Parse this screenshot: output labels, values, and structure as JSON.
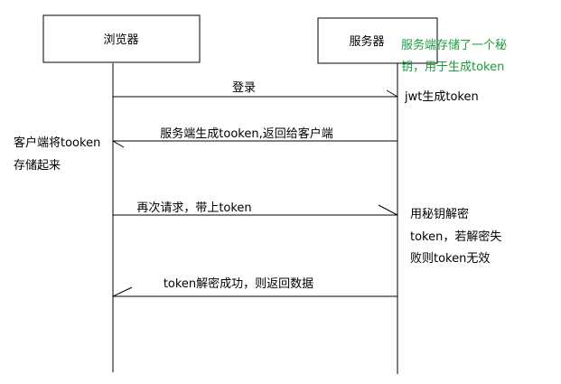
{
  "participants": {
    "browser": "浏览器",
    "server": "服务器"
  },
  "messages": [
    {
      "label": "登录"
    },
    {
      "label": "服务端生成tooken,返回给客户端"
    },
    {
      "label": "再次请求，带上token"
    },
    {
      "label": "token解密成功，则返回数据"
    }
  ],
  "notes": {
    "server_secret": [
      "服务端存储了一个秘",
      "钥，用于生成token"
    ],
    "jwt": [
      "jwt生成token"
    ],
    "client_store": [
      "客户端将tooken",
      "存储起来"
    ],
    "decrypt": [
      "用秘钥解密",
      "token，若解密失",
      "败则token无效"
    ]
  },
  "colors": {
    "note_highlight": "#1a9d3c",
    "line": "#000000"
  }
}
